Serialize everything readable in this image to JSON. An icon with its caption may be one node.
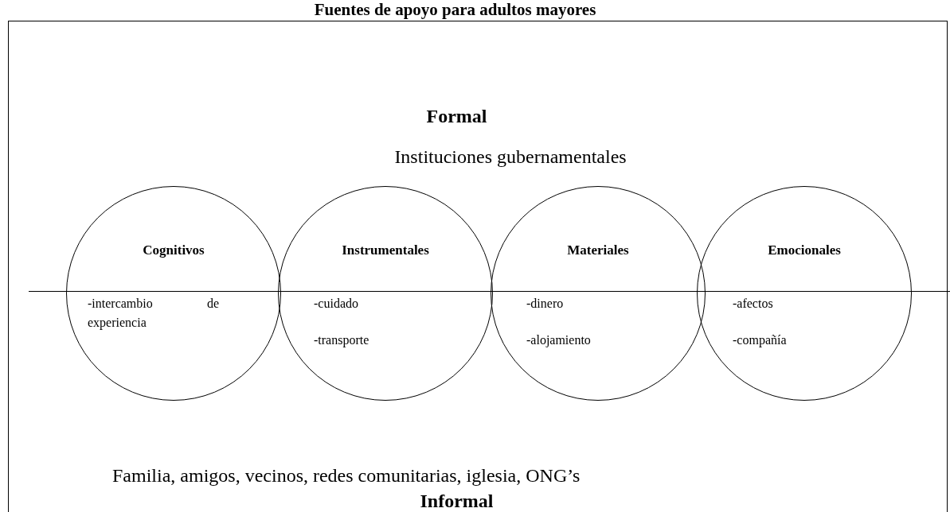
{
  "diagram": {
    "title": "Fuentes de apoyo para adultos mayores",
    "nodes": [
      {
        "text": [
          "Formal",
          "Instituciones gubernamentales",
          "Familia, amigos, vecinos, redes comunitarias, iglesia, ONG’s",
          "Informal"
        ]
      },
      {
        "text": [
          "Cognitivos",
          "-intercambio de experiencia"
        ],
        "in": 0
      },
      {
        "text": [
          "Instrumentales",
          "-cuidado",
          "-transporte"
        ],
        "in": 0
      },
      {
        "text": [
          "Materiales",
          "-dinero",
          "-alojamiento"
        ],
        "in": 0
      },
      {
        "text": [
          "Emocionales",
          "-afectos",
          "-compañía"
        ],
        "in": 0
      }
    ],
    "edges": []
  }
}
